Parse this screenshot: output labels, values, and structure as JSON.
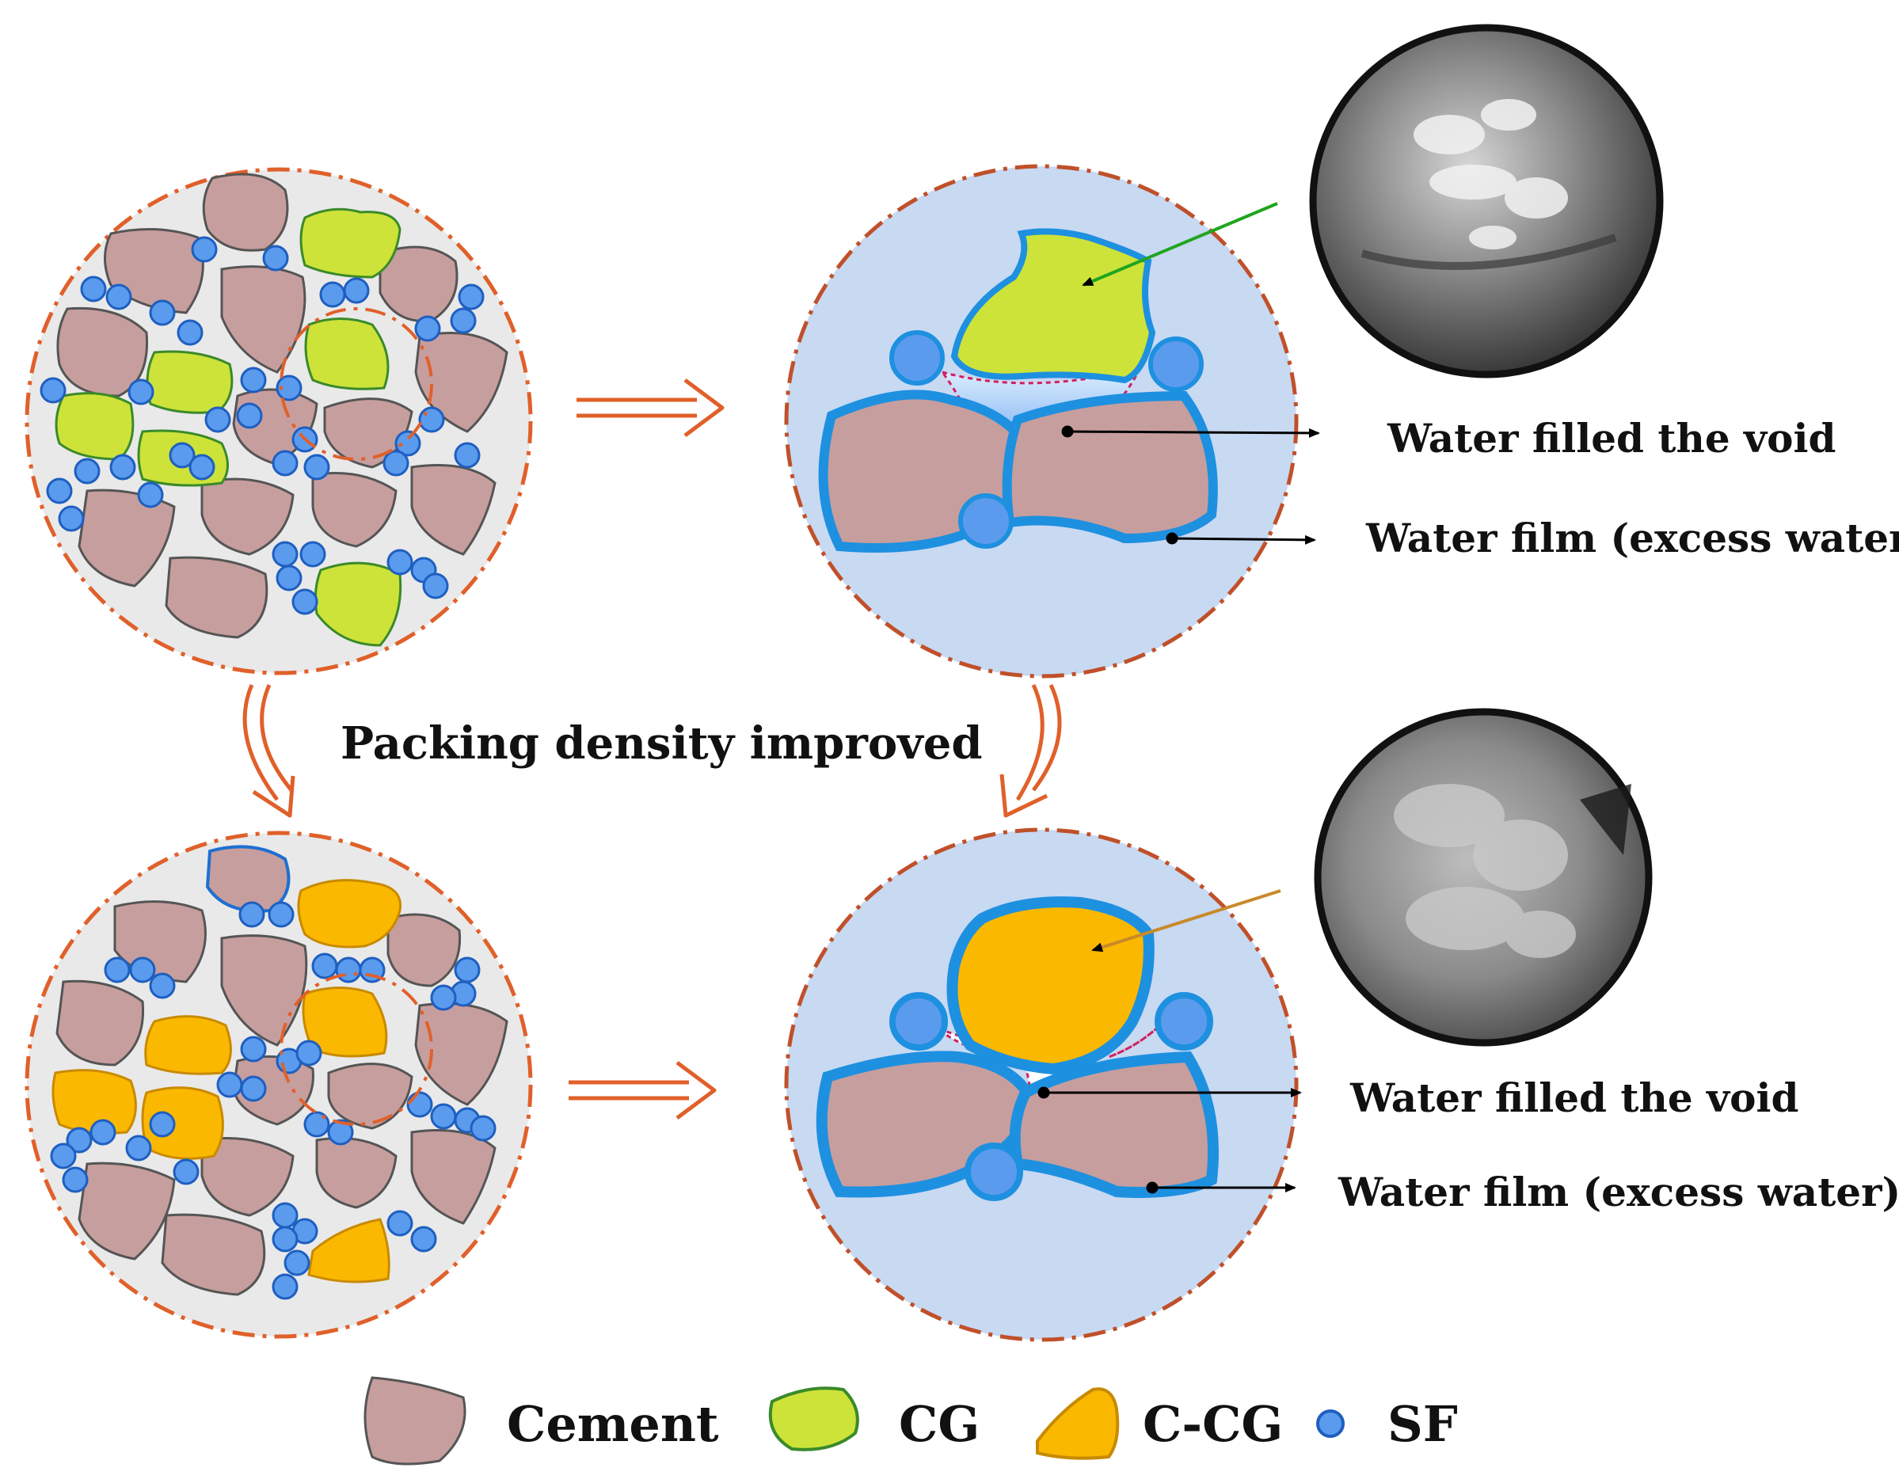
{
  "labels": {
    "center": "Packing density improved",
    "top_void": "Water filled the void",
    "top_film": "Water film (excess water)",
    "bottom_void": "Water filled the void",
    "bottom_film": "Water film (excess water)"
  },
  "legend": [
    {
      "key": "cement",
      "label": "Cement"
    },
    {
      "key": "cg",
      "label": "CG"
    },
    {
      "key": "ccg",
      "label": "C-CG"
    },
    {
      "key": "sf",
      "label": "SF"
    }
  ],
  "colors": {
    "cement": "#c79e9e",
    "cg": "#cde339",
    "ccg": "#fbb800",
    "sf": "#5b9bee",
    "water_film": "#1e90e0",
    "dash_ring": "#e0602a",
    "zoom_bg": "#c8d9f2",
    "packing_bg": "#e9e9e9",
    "arrow": "#e0602a"
  }
}
